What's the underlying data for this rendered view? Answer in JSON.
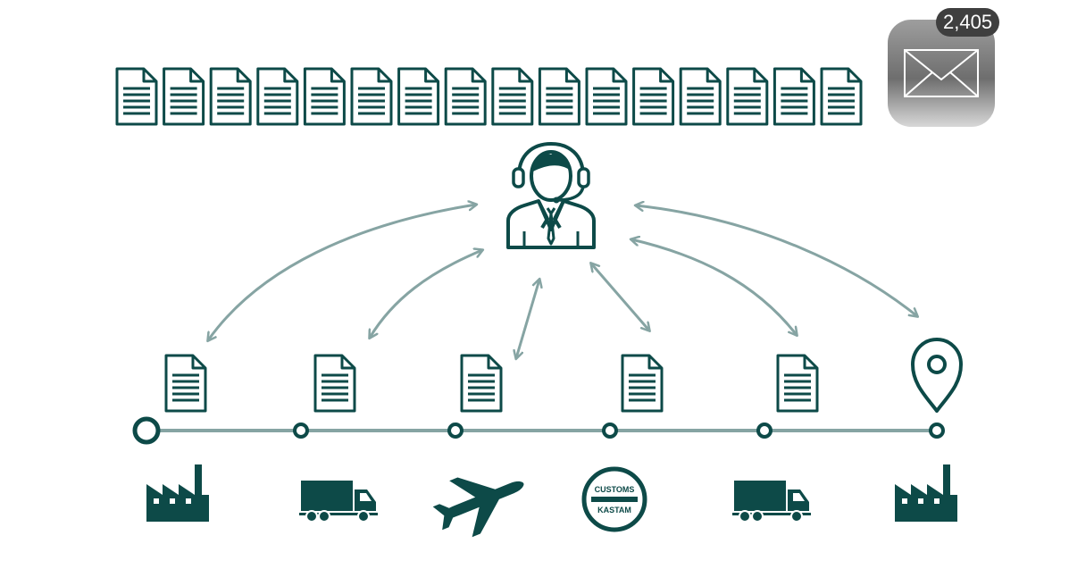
{
  "mail": {
    "badge_count": "2,405",
    "icon": "mail-envelope-icon"
  },
  "document_stack": {
    "icon": "document-icon",
    "count": 16
  },
  "agent": {
    "icon": "customer-service-agent-headset-icon"
  },
  "route": {
    "stages": [
      {
        "name": "origin-factory",
        "icon": "factory-icon",
        "document": true
      },
      {
        "name": "truck-pickup",
        "icon": "truck-icon",
        "document": true
      },
      {
        "name": "air-freight",
        "icon": "airplane-icon",
        "document": true
      },
      {
        "name": "customs",
        "icon": "customs-badge-icon",
        "document": true
      },
      {
        "name": "truck-delivery",
        "icon": "truck-icon",
        "document": true
      },
      {
        "name": "destination-factory",
        "icon": "factory-icon",
        "document": false,
        "marker": "location-pin-icon"
      }
    ]
  },
  "customs_badge": {
    "line1": "CUSTOMS",
    "line2": "KASTAM"
  },
  "colors": {
    "icon_dark": "#0d4a48",
    "arrow": "#86a4a3",
    "timeline": "#86a4a3",
    "badge_bg": "#3f3f3f"
  }
}
